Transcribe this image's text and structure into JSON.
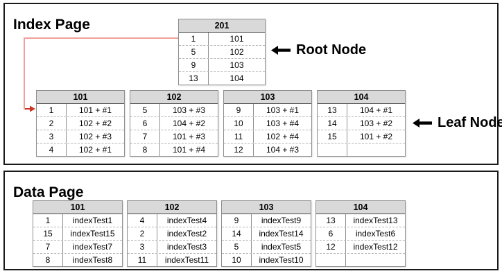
{
  "index_page": {
    "title": "Index Page",
    "root_label": "Root Node",
    "leaf_label": "Leaf Node",
    "root_table": {
      "header": "201",
      "rows": [
        [
          "1",
          "101"
        ],
        [
          "5",
          "102"
        ],
        [
          "9",
          "103"
        ],
        [
          "13",
          "104"
        ]
      ]
    },
    "leaf_tables": [
      {
        "header": "101",
        "rows": [
          [
            "1",
            "101 + #1"
          ],
          [
            "2",
            "102 + #2"
          ],
          [
            "3",
            "102 + #3"
          ],
          [
            "4",
            "102 + #1"
          ]
        ]
      },
      {
        "header": "102",
        "rows": [
          [
            "5",
            "103 + #3"
          ],
          [
            "6",
            "104 + #2"
          ],
          [
            "7",
            "101 + #3"
          ],
          [
            "8",
            "101 + #4"
          ]
        ]
      },
      {
        "header": "103",
        "rows": [
          [
            "9",
            "103 + #1"
          ],
          [
            "10",
            "103 + #4"
          ],
          [
            "11",
            "102 + #4"
          ],
          [
            "12",
            "104 + #3"
          ]
        ]
      },
      {
        "header": "104",
        "rows": [
          [
            "13",
            "104 + #1"
          ],
          [
            "14",
            "103 + #2"
          ],
          [
            "15",
            "101 + #2"
          ],
          [
            "",
            ""
          ]
        ]
      }
    ]
  },
  "data_page": {
    "title": "Data Page",
    "tables": [
      {
        "header": "101",
        "rows": [
          [
            "1",
            "indexTest1"
          ],
          [
            "15",
            "indexTest15"
          ],
          [
            "7",
            "indexTest7"
          ],
          [
            "8",
            "indexTest8"
          ]
        ]
      },
      {
        "header": "102",
        "rows": [
          [
            "4",
            "indexTest4"
          ],
          [
            "2",
            "indexTest2"
          ],
          [
            "3",
            "indexTest3"
          ],
          [
            "11",
            "indexTest11"
          ]
        ]
      },
      {
        "header": "103",
        "rows": [
          [
            "9",
            "indexTest9"
          ],
          [
            "14",
            "indexTest14"
          ],
          [
            "5",
            "indexTest5"
          ],
          [
            "10",
            "indexTest10"
          ]
        ]
      },
      {
        "header": "104",
        "rows": [
          [
            "13",
            "indexTest13"
          ],
          [
            "6",
            "indexTest6"
          ],
          [
            "12",
            "indexTest12"
          ],
          [
            "",
            ""
          ]
        ]
      }
    ]
  },
  "icons": {
    "root_arrow": "left-arrow-icon",
    "leaf_arrow": "left-arrow-icon",
    "connector": "root-to-leaf-pointer"
  },
  "colors": {
    "header_bg": "#d9d9d9",
    "table_border": "#8e8e8e",
    "row_separator": "#b2b2b2",
    "box_border": "#1a1a1a",
    "connector_line": "#f0a098",
    "connector_arrow": "#cc3526",
    "label_color": "#000000"
  }
}
